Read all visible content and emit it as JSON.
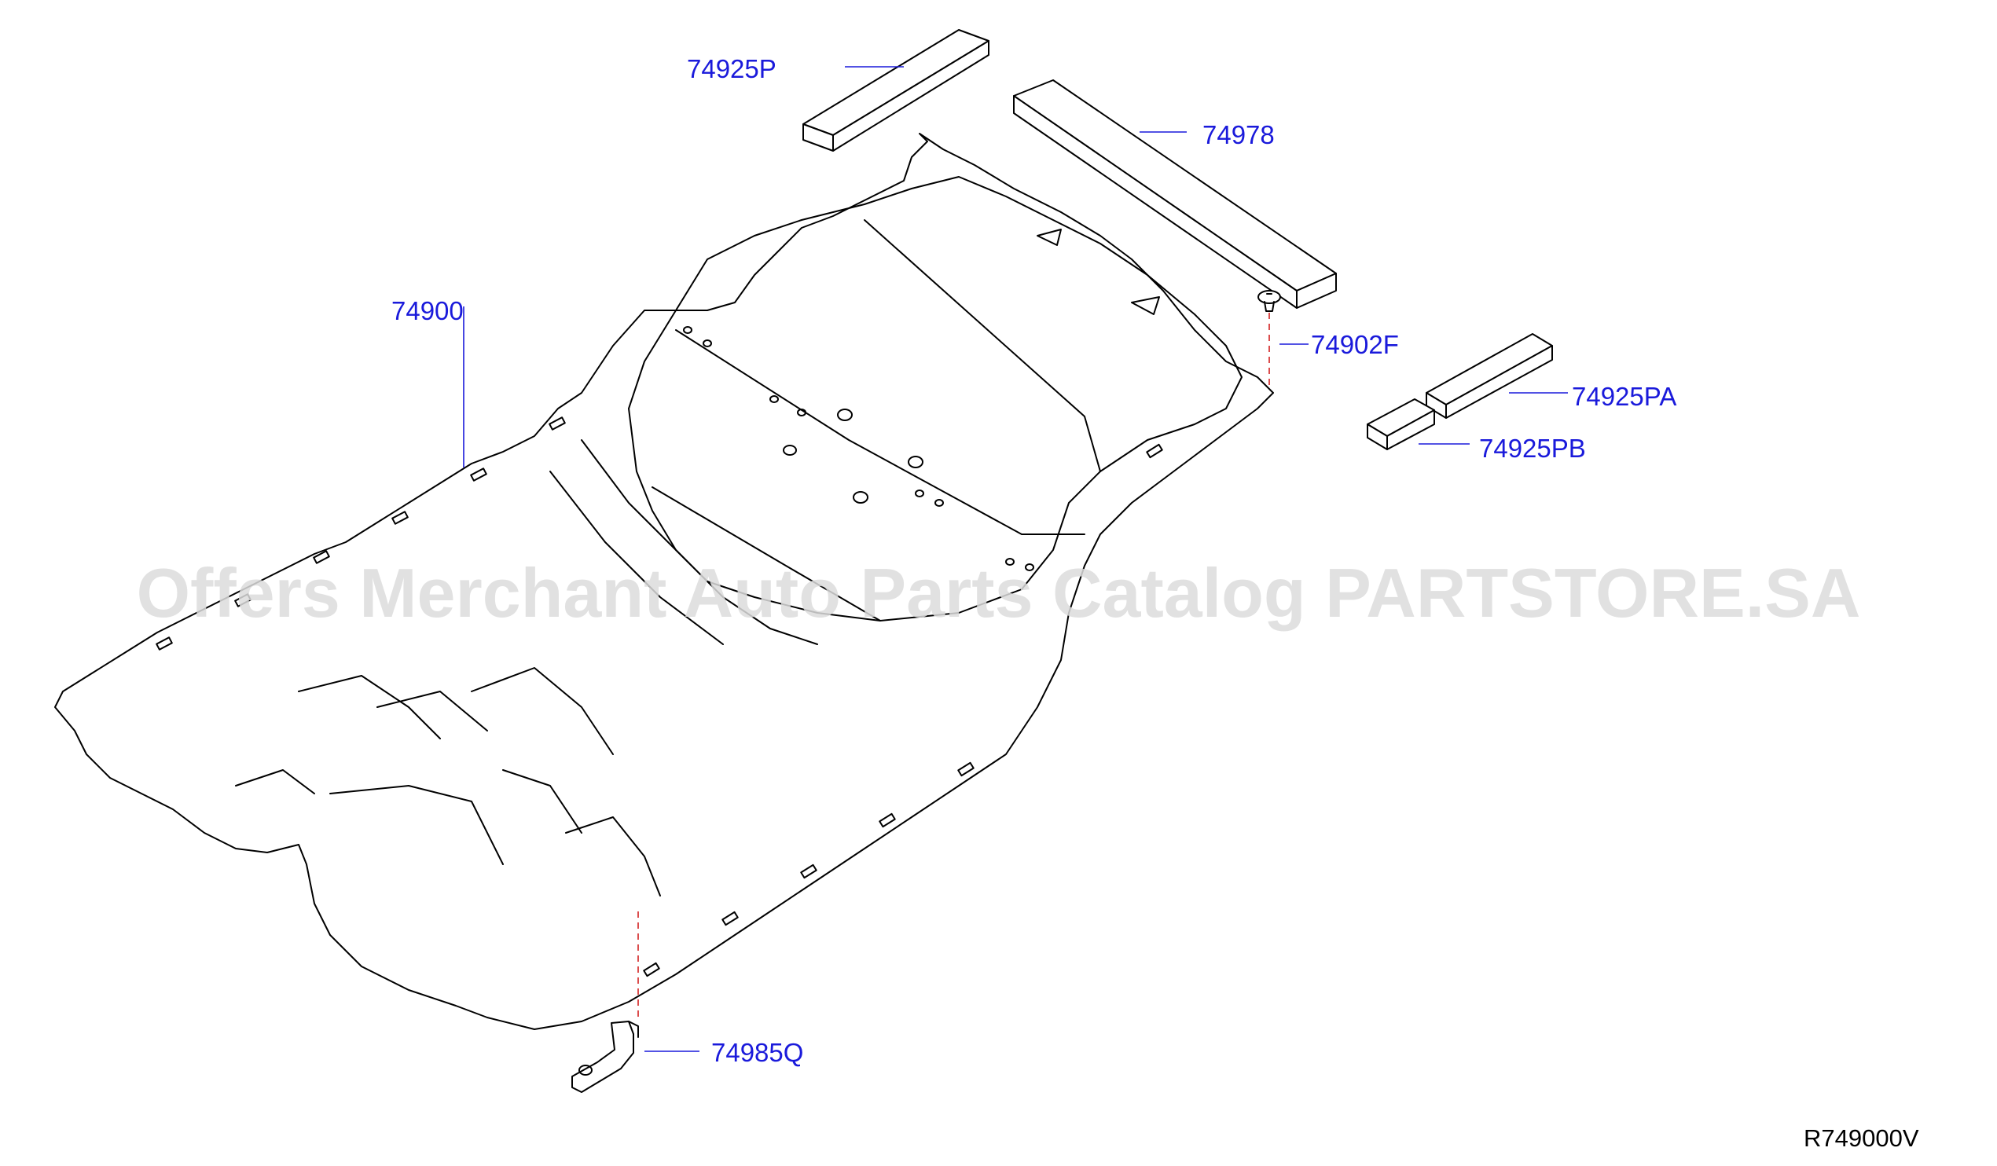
{
  "colors": {
    "callout_text": "#1a1adb",
    "leader_line": "#1a1adb",
    "dashed_line": "#d22020",
    "drawing_line": "#000000",
    "watermark": "#dcdcdc",
    "background": "#ffffff"
  },
  "watermark": "Offers Merchant Auto Parts Catalog PARTSTORE.SA",
  "diagram_id": "R749000V",
  "callouts": {
    "p_74925P": "74925P",
    "p_74978": "74978",
    "p_74900": "74900",
    "p_74902F": "74902F",
    "p_74925PA": "74925PA",
    "p_74925PB": "74925PB",
    "p_74985Q": "74985Q"
  }
}
